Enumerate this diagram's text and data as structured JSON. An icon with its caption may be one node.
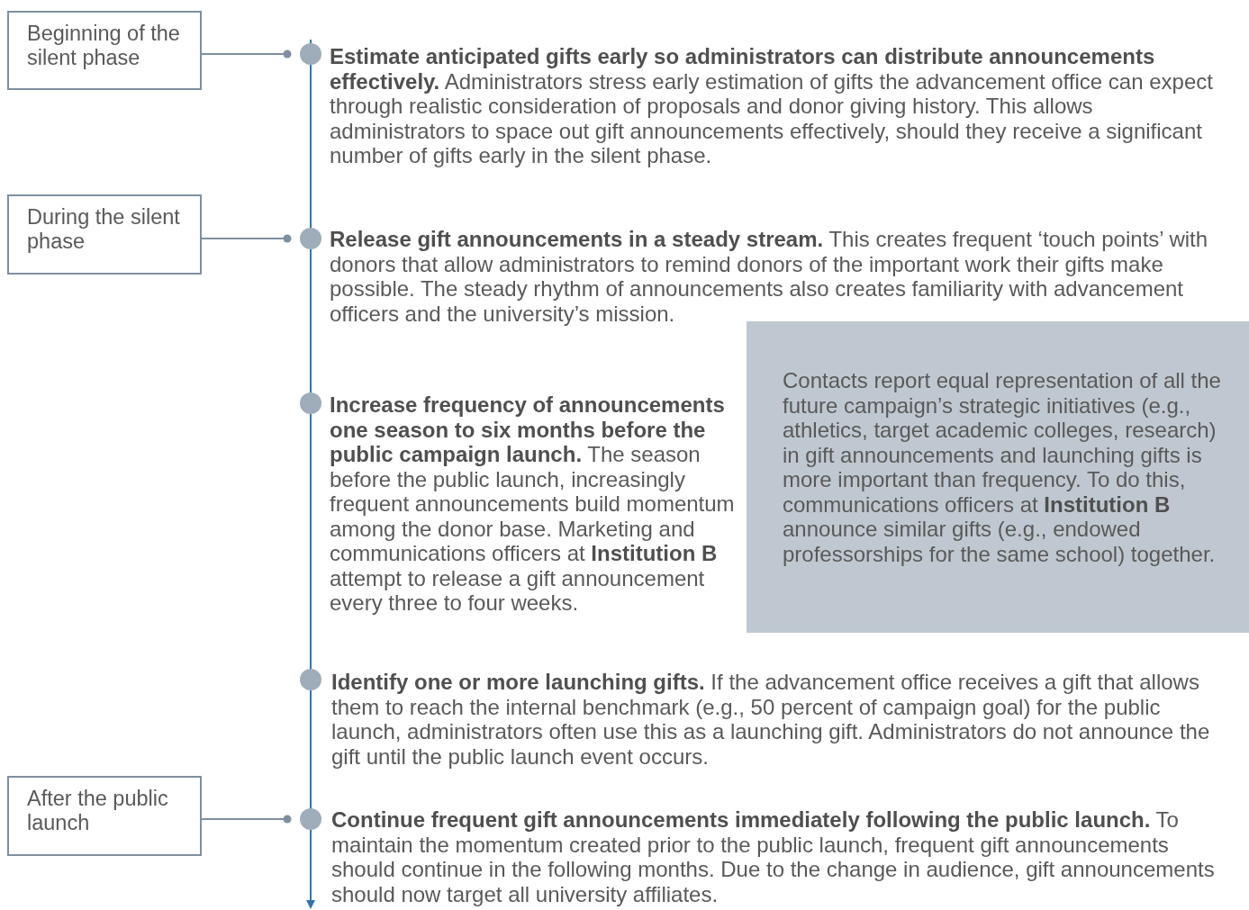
{
  "diagram": {
    "nodes": [
      {
        "text": [
          "Beginning of the silent phase"
        ]
      },
      {
        "text": [],
        "shape": "circle",
        "beside": [
          "**Estimate anticipated gifts early so administrators can distribute announcements effectively.** Administrators stress early estimation of gifts the advancement office can expect through realistic consideration of proposals and donor giving history. This allows administrators to space out gift announcements effectively, should they receive a significant number of gifts early in the silent phase."
        ]
      },
      {
        "text": [
          "During the silent phase"
        ]
      },
      {
        "text": [],
        "shape": "circle",
        "beside": [
          "**Release gift announcements in a steady stream.** This creates frequent ‘touch points’ with donors that allow administrators to remind donors of the important work their gifts make possible. The steady rhythm of announcements also creates familiarity with advancement officers and the university’s mission."
        ]
      },
      {
        "text": [
          "Contacts report equal representation of all the future campaign’s strategic initiatives (e.g., athletics, target academic colleges, research) in gift announcements and launching gifts is more important than frequency. To do this, communications officers at **Institution B** announce similar gifts (e.g., endowed professorships for the same school) together."
        ]
      },
      {
        "text": [],
        "shape": "circle",
        "beside": [
          "**Increase frequency of announcements one season to six months before the public campaign launch.** The season before the public launch, increasingly frequent announcements build momentum among the donor base. Marketing and communications officers at **Institution B** attempt to release a gift announcement every three to four weeks."
        ]
      },
      {
        "text": [],
        "shape": "circle",
        "beside": [
          "**Identify one or more launching gifts.** If the advancement office receives a gift that allows them to reach the internal benchmark (e.g., 50 percent of campaign goal) for the public launch, administrators often use this as a launching gift. Administrators do not announce the gift until the public launch event occurs."
        ]
      },
      {
        "text": [
          "After the public launch"
        ]
      },
      {
        "text": [],
        "shape": "circle",
        "beside": [
          "**Continue frequent gift announcements immediately following the public launch.** To maintain the momentum created prior to the public launch, frequent gift announcements should continue in the following months. Due to the change in audience, gift announcements should now target all university affiliates."
        ]
      }
    ],
    "edges": [
      {
        "from": 0,
        "to": 1,
        "arrow": "other"
      },
      {
        "from": 2,
        "to": 3,
        "arrow": "other"
      },
      {
        "from": 7,
        "to": 8,
        "arrow": "other"
      },
      {
        "from": 1,
        "to": 3,
        "arrow": "none"
      },
      {
        "from": 3,
        "to": 5,
        "arrow": "none"
      },
      {
        "from": 5,
        "to": 6,
        "arrow": "none"
      },
      {
        "from": 6,
        "to": 8,
        "arrow": "none"
      },
      {
        "from": 8,
        "to": null,
        "arrow": "to"
      }
    ]
  }
}
